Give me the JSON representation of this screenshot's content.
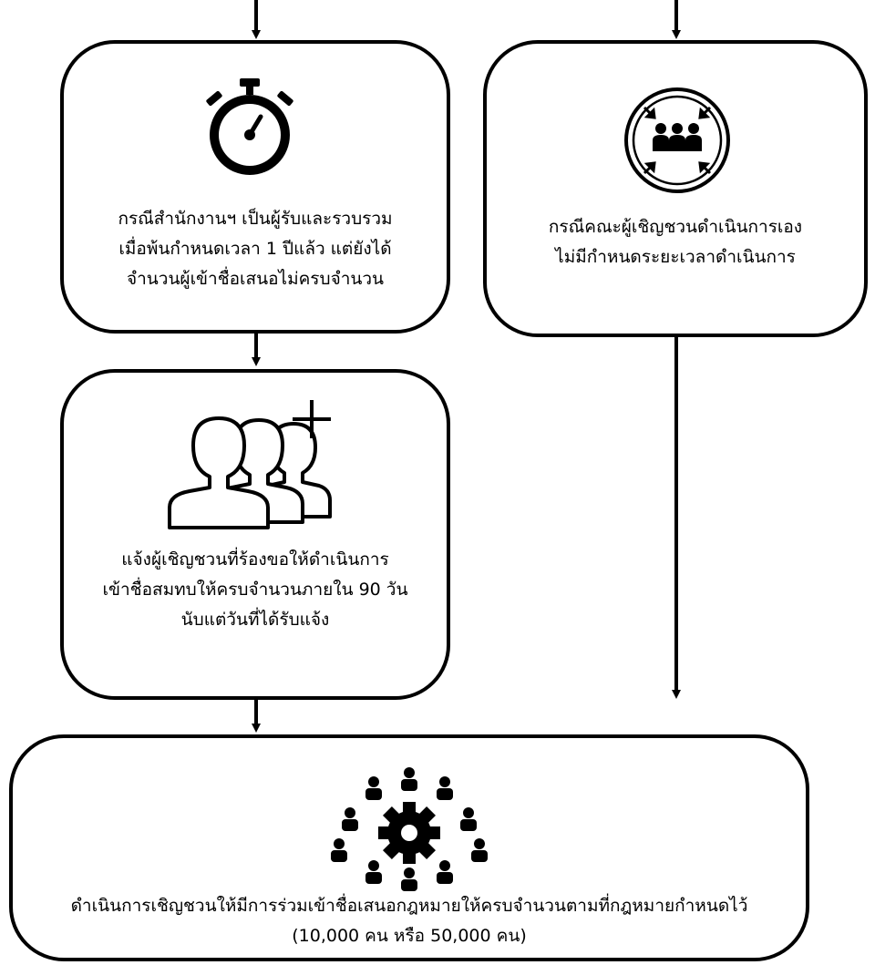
{
  "colors": {
    "stroke": "#000000",
    "background": "#ffffff"
  },
  "nodes": {
    "timer_case": {
      "icon": "stopwatch-icon",
      "lines": [
        "กรณีสำนักงานฯ เป็นผู้รับและรวบรวม",
        "เมื่อพ้นกำหนดเวลา 1 ปีแล้ว แต่ยังได้",
        "จำนวนผู้เข้าชื่อเสนอไม่ครบจำนวน"
      ]
    },
    "self_case": {
      "icon": "assembly-point-icon",
      "lines": [
        "กรณีคณะผู้เชิญชวนดำเนินการเอง",
        "ไม่มีกำหนดระยะเวลาดำเนินการ"
      ]
    },
    "notify": {
      "icon": "add-group-icon",
      "lines": [
        "แจ้งผู้เชิญชวนที่ร้องขอให้ดำเนินการ",
        "เข้าชื่อสมทบให้ครบจำนวนภายใน 90 วัน",
        "นับแต่วันที่ได้รับแจ้ง"
      ]
    },
    "proceed": {
      "icon": "team-gear-icon",
      "lines": [
        "ดำเนินการเชิญชวนให้มีการร่วมเข้าชื่อเสนอกฎหมายให้ครบจำนวนตามที่กฎหมายกำหนดไว้",
        "(10,000 คน หรือ 50,000 คน)"
      ]
    }
  }
}
